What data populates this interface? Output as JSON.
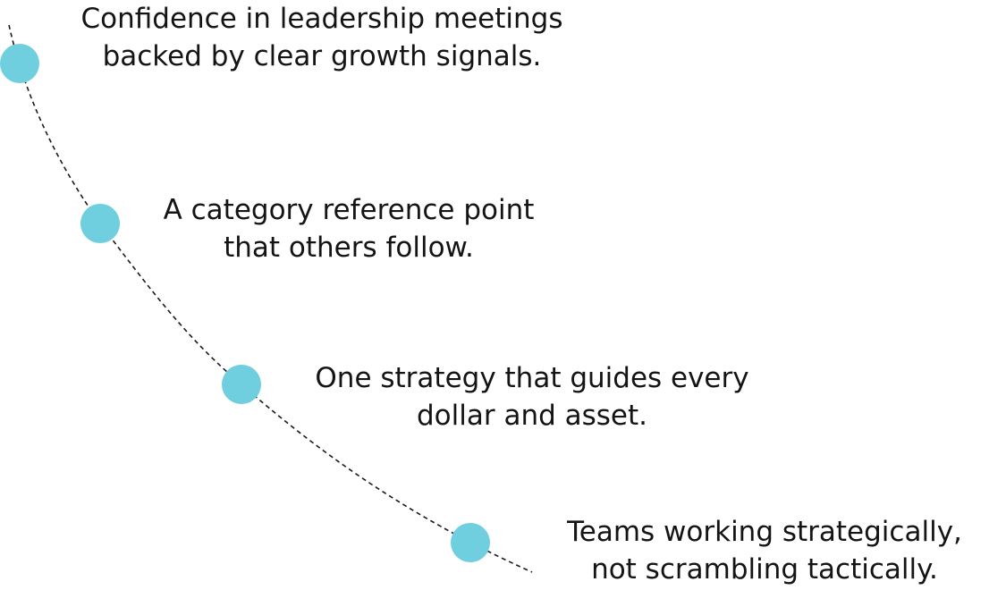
{
  "diagram": {
    "dot_color": "#6fcfdf",
    "line_color": "#1a1a1a",
    "milestones": [
      {
        "line1": "Confidence in leadership meetings",
        "line2": "backed by clear growth signals."
      },
      {
        "line1": "A category reference point",
        "line2": "that others follow."
      },
      {
        "line1": "One strategy that guides every",
        "line2": "dollar and asset."
      },
      {
        "line1": "Teams working strategically,",
        "line2": "not scrambling tactically."
      }
    ]
  }
}
